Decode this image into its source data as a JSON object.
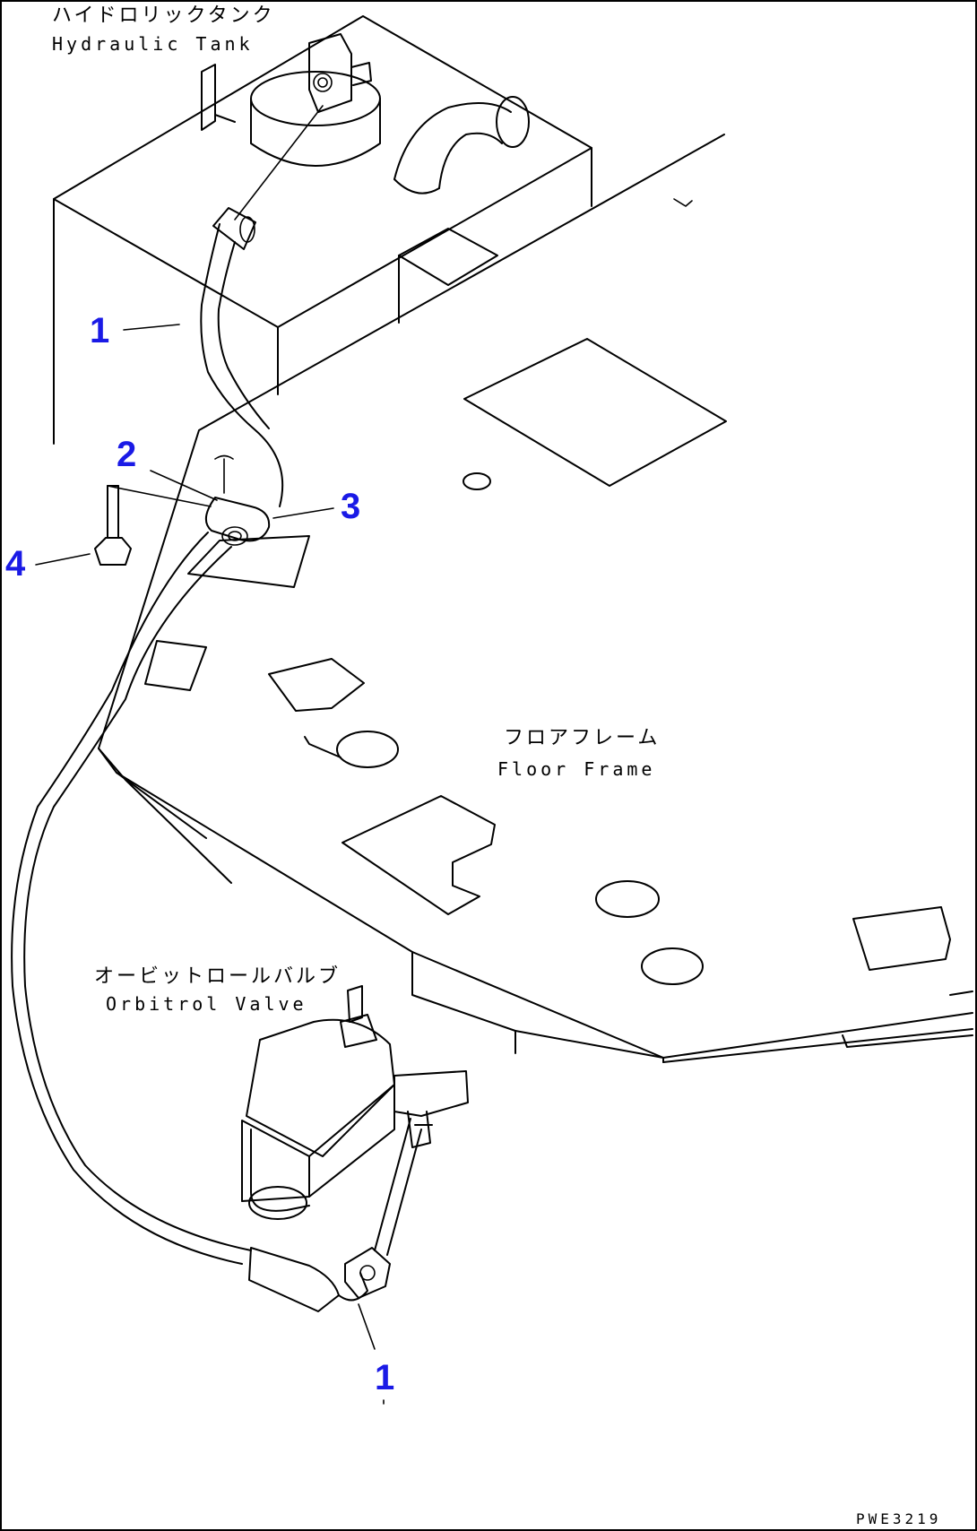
{
  "labels": {
    "hydraulic_tank_jp": "ハイドロリックタンク",
    "hydraulic_tank_en": "Hydraulic Tank",
    "floor_frame_jp": "フロアフレーム",
    "floor_frame_en": "Floor Frame",
    "orbitrol_valve_jp": "オービットロールバルブ",
    "orbitrol_valve_en": "Orbitrol Valve"
  },
  "callouts": {
    "hose_top": "1",
    "clamp": "2",
    "cushion": "3",
    "bolt": "4",
    "hose_bottom": "1"
  },
  "drawing_code": "PWE3219"
}
